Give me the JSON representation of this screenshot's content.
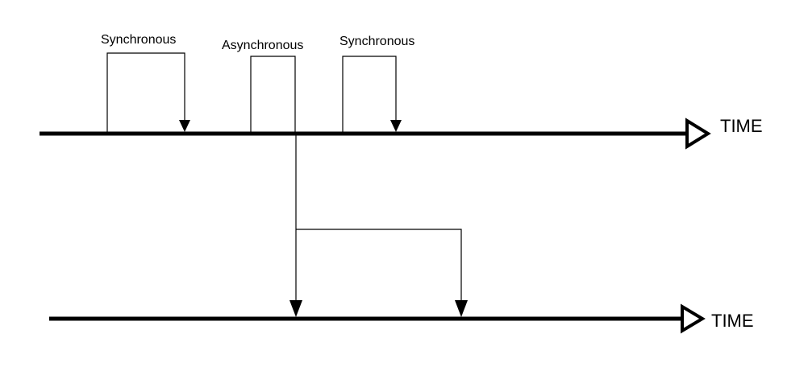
{
  "labels": {
    "call1": "Synchronous",
    "call2": "Asynchronous",
    "call3": "Synchronous",
    "axis_top": "TIME",
    "axis_bottom": "TIME"
  },
  "colors": {
    "ink": "#000000",
    "background": "#ffffff"
  }
}
